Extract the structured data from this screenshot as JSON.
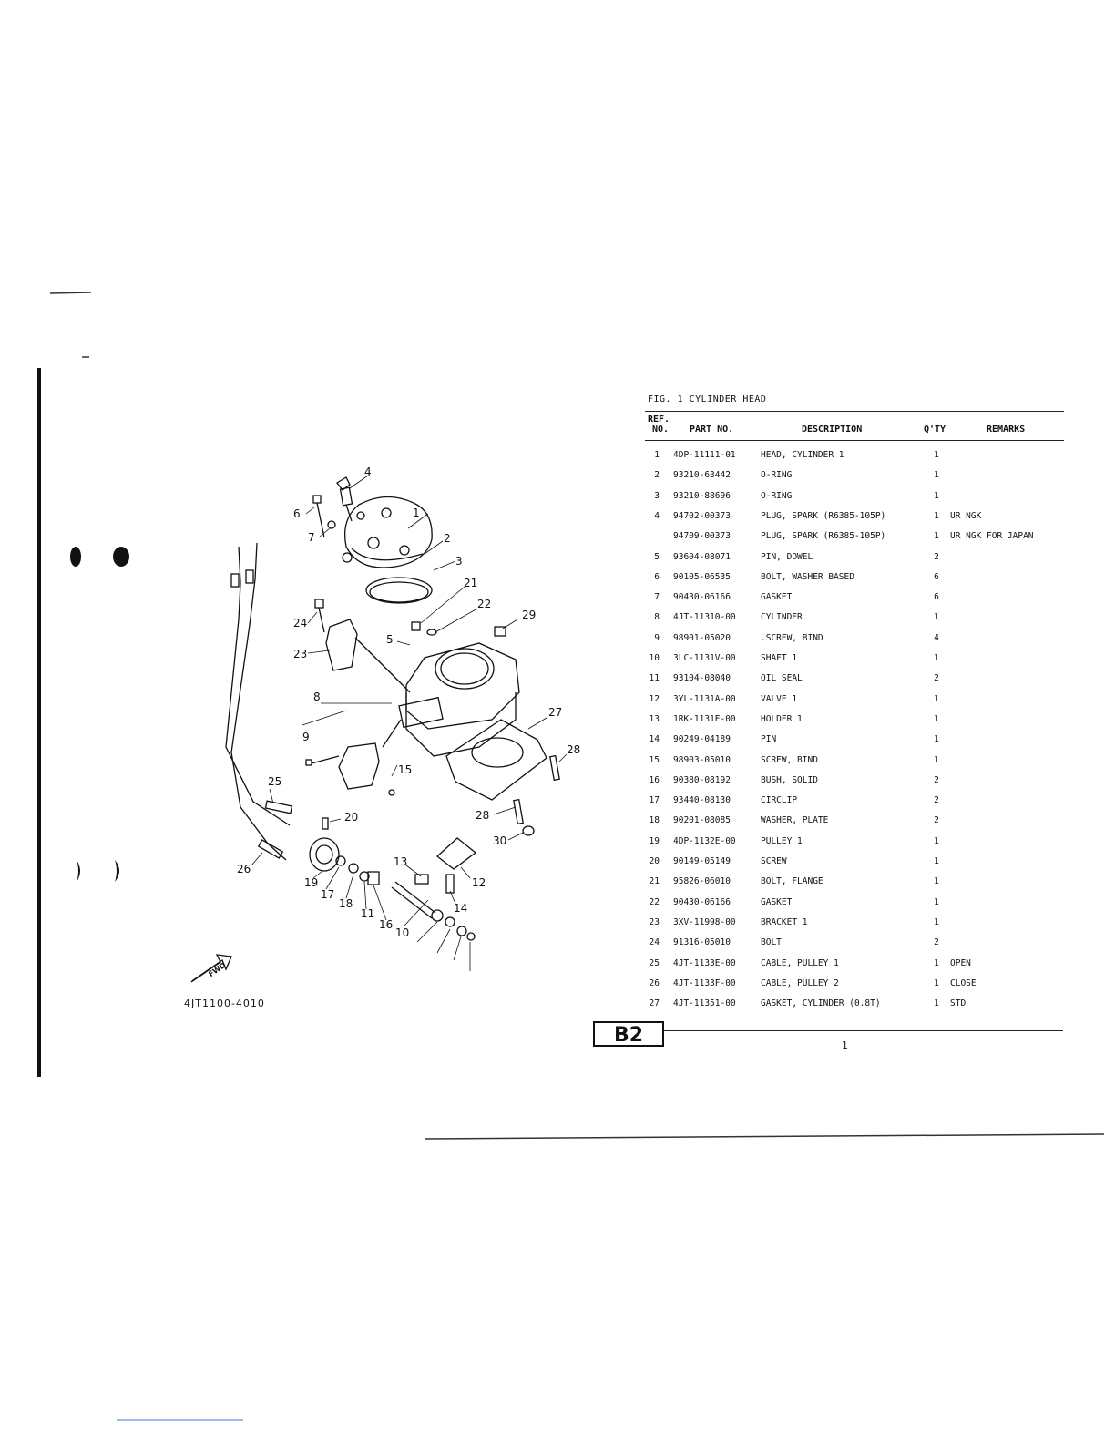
{
  "figure": {
    "title": "FIG.  1  CYLINDER HEAD",
    "diagram_code": "4JT1100-4010",
    "fwd_label": "FWD",
    "callouts": [
      "1",
      "2",
      "3",
      "4",
      "5",
      "6",
      "7",
      "8",
      "9",
      "10",
      "11",
      "12",
      "13",
      "14",
      "15",
      "16",
      "17",
      "18",
      "19",
      "20",
      "21",
      "22",
      "23",
      "24",
      "25",
      "26",
      "27",
      "28",
      "29",
      "30"
    ]
  },
  "table": {
    "headers": {
      "ref_line1": "REF.",
      "ref_line2": "NO.",
      "part_no": "PART NO.",
      "description": "DESCRIPTION",
      "qty": "Q'TY",
      "remarks": "REMARKS"
    },
    "rows": [
      {
        "ref": "1",
        "part": "4DP-11111-01",
        "desc": "HEAD, CYLINDER 1",
        "qty": "1",
        "remarks": ""
      },
      {
        "ref": "2",
        "part": "93210-63442",
        "desc": "O-RING",
        "qty": "1",
        "remarks": ""
      },
      {
        "ref": "3",
        "part": "93210-88696",
        "desc": "O-RING",
        "qty": "1",
        "remarks": ""
      },
      {
        "ref": "4",
        "part": "94702-00373",
        "desc": "PLUG, SPARK (R6385-105P)",
        "qty": "1",
        "remarks": "UR NGK"
      },
      {
        "ref": "",
        "part": "94709-00373",
        "desc": "PLUG, SPARK (R6385-105P)",
        "qty": "1",
        "remarks": "UR NGK FOR JAPAN"
      },
      {
        "ref": "5",
        "part": "93604-08071",
        "desc": "PIN, DOWEL",
        "qty": "2",
        "remarks": ""
      },
      {
        "ref": "6",
        "part": "90105-06535",
        "desc": "BOLT, WASHER BASED",
        "qty": "6",
        "remarks": ""
      },
      {
        "ref": "7",
        "part": "90430-06166",
        "desc": "GASKET",
        "qty": "6",
        "remarks": ""
      },
      {
        "ref": "8",
        "part": "4JT-11310-00",
        "desc": "CYLINDER",
        "qty": "1",
        "remarks": ""
      },
      {
        "ref": "9",
        "part": "98901-05020",
        "desc": ".SCREW, BIND",
        "qty": "4",
        "remarks": ""
      },
      {
        "ref": "10",
        "part": "3LC-1131V-00",
        "desc": "SHAFT 1",
        "qty": "1",
        "remarks": ""
      },
      {
        "ref": "11",
        "part": "93104-08040",
        "desc": "OIL SEAL",
        "qty": "2",
        "remarks": ""
      },
      {
        "ref": "12",
        "part": "3YL-1131A-00",
        "desc": "VALVE 1",
        "qty": "1",
        "remarks": ""
      },
      {
        "ref": "13",
        "part": "1RK-1131E-00",
        "desc": "HOLDER 1",
        "qty": "1",
        "remarks": ""
      },
      {
        "ref": "14",
        "part": "90249-04189",
        "desc": "PIN",
        "qty": "1",
        "remarks": ""
      },
      {
        "ref": "15",
        "part": "98903-05010",
        "desc": "SCREW, BIND",
        "qty": "1",
        "remarks": ""
      },
      {
        "ref": "16",
        "part": "90380-08192",
        "desc": "BUSH, SOLID",
        "qty": "2",
        "remarks": ""
      },
      {
        "ref": "17",
        "part": "93440-08130",
        "desc": "CIRCLIP",
        "qty": "2",
        "remarks": ""
      },
      {
        "ref": "18",
        "part": "90201-08085",
        "desc": "WASHER, PLATE",
        "qty": "2",
        "remarks": ""
      },
      {
        "ref": "19",
        "part": "4DP-1132E-00",
        "desc": "PULLEY 1",
        "qty": "1",
        "remarks": ""
      },
      {
        "ref": "20",
        "part": "90149-05149",
        "desc": "SCREW",
        "qty": "1",
        "remarks": ""
      },
      {
        "ref": "21",
        "part": "95826-06010",
        "desc": "BOLT, FLANGE",
        "qty": "1",
        "remarks": ""
      },
      {
        "ref": "22",
        "part": "90430-06166",
        "desc": "GASKET",
        "qty": "1",
        "remarks": ""
      },
      {
        "ref": "23",
        "part": "3XV-11998-00",
        "desc": "BRACKET 1",
        "qty": "1",
        "remarks": ""
      },
      {
        "ref": "24",
        "part": "91316-05010",
        "desc": "BOLT",
        "qty": "2",
        "remarks": ""
      },
      {
        "ref": "25",
        "part": "4JT-1133E-00",
        "desc": "CABLE, PULLEY 1",
        "qty": "1",
        "remarks": "OPEN"
      },
      {
        "ref": "26",
        "part": "4JT-1133F-00",
        "desc": "CABLE, PULLEY 2",
        "qty": "1",
        "remarks": "CLOSE"
      },
      {
        "ref": "27",
        "part": "4JT-11351-00",
        "desc": "GASKET, CYLINDER (0.8T)",
        "qty": "1",
        "remarks": "STD"
      }
    ]
  },
  "footer": {
    "section_box": "B2",
    "page_number": "1"
  }
}
